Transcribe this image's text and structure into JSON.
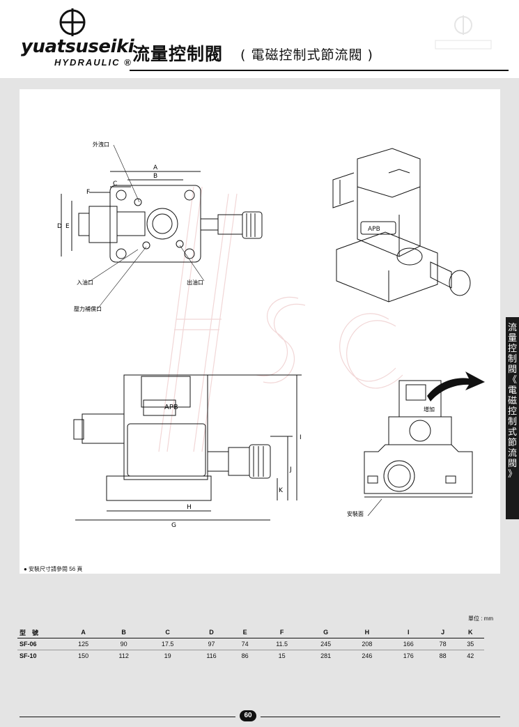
{
  "header": {
    "brand": "yuatsuseiki",
    "brand_sub": "HYDRAULIC ®",
    "title": "流量控制閥",
    "subtitle": "( 電磁控制式節流閥 )"
  },
  "side_tab": {
    "chars": [
      "流",
      "量",
      "控",
      "制",
      "閥",
      "《",
      "電",
      "磁",
      "控",
      "制",
      "式",
      "節",
      "流",
      "閥",
      "》"
    ]
  },
  "drawing": {
    "labels": {
      "drain": "外洩口",
      "inlet": "入油口",
      "outlet": "出油口",
      "pressure_comp": "壓力補償口",
      "increase": "增加",
      "mount_face": "安裝面",
      "nameplate": "APB"
    },
    "dims": {
      "A": "A",
      "B": "B",
      "C": "C",
      "D": "D",
      "E": "E",
      "F": "F",
      "G": "G",
      "H": "H",
      "I": "I",
      "J": "J",
      "K": "K"
    },
    "watermark": "HSC"
  },
  "note": "● 安裝尺寸請參閱 56 頁",
  "unit": "單位 : mm",
  "table": {
    "headers": [
      "型　號",
      "A",
      "B",
      "C",
      "D",
      "E",
      "F",
      "G",
      "H",
      "I",
      "J",
      "K"
    ],
    "rows": [
      [
        "SF-06",
        "125",
        "90",
        "17.5",
        "97",
        "74",
        "11.5",
        "245",
        "208",
        "166",
        "78",
        "35"
      ],
      [
        "SF-10",
        "150",
        "112",
        "19",
        "116",
        "86",
        "15",
        "281",
        "246",
        "176",
        "88",
        "42"
      ]
    ]
  },
  "footer": {
    "page": "60"
  }
}
